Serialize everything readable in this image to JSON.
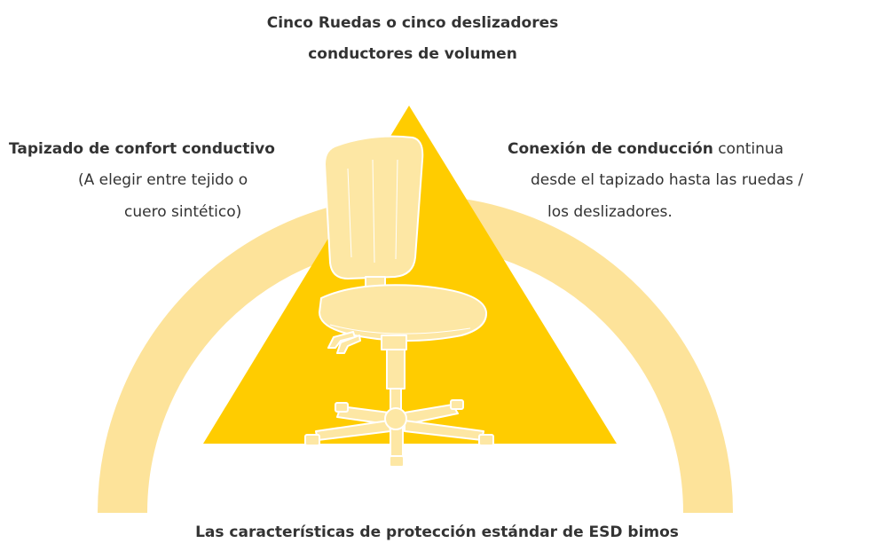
{
  "colors": {
    "arc": "#fde39a",
    "triangle": "#ffcc00",
    "chair_fill": "#fde7a4",
    "chair_line": "#ffffff",
    "text": "#333333"
  },
  "labels": {
    "top_line1": "Cinco Ruedas o  cinco deslizadores",
    "top_line2": "conductores de volumen",
    "left_title": "Tapizado de confort conductivo",
    "left_line1": "(A elegir entre tejido o",
    "left_line2": "cuero sintético)",
    "right_title": "Conexión de conducción",
    "right_title_rest": " continua",
    "right_line1": "desde el tapizado hasta las ruedas /",
    "right_line2": "los deslizadores.",
    "bottom_caption": "Las características de protección estándar de ESD bimos"
  }
}
